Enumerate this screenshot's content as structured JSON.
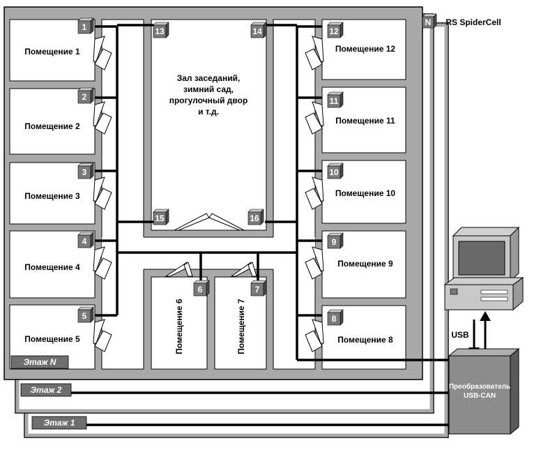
{
  "legend": {
    "node_symbol": "N",
    "text": "- RS SpiderCell"
  },
  "rooms": {
    "r1": "Помещение 1",
    "r2": "Помещение 2",
    "r3": "Помещение 3",
    "r4": "Помещение 4",
    "r5": "Помещение 5",
    "r6": "Помещение 6",
    "r7": "Помещение 7",
    "r8": "Помещение 8",
    "r9": "Помещение 9",
    "r10": "Помещение 10",
    "r11": "Помещение 11",
    "r12": "Помещение 12"
  },
  "hall": {
    "line1": "Зал заседаний,",
    "line2": "зимний сад,",
    "line3": "прогулочный двор",
    "line4": "и т.д."
  },
  "nodes": [
    "1",
    "2",
    "3",
    "4",
    "5",
    "6",
    "7",
    "8",
    "9",
    "10",
    "11",
    "12",
    "13",
    "14",
    "15",
    "16"
  ],
  "floors": {
    "n": "Этаж N",
    "two": "Этаж 2",
    "one": "Этаж 1"
  },
  "usb_label": "USB",
  "converter": {
    "line1": "Преобразователь",
    "line2": "USB-CAN"
  },
  "colors": {
    "wall": "#a9a9a9",
    "floor_tab": "#6e6e6e",
    "node": "#7a7a7a",
    "converter": "#8c8c8c"
  }
}
